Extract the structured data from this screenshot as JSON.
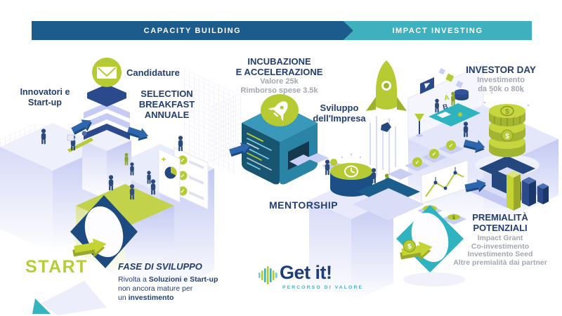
{
  "banner": {
    "capacity": "CAPACITY BUILDING",
    "impact": "IMPACT INVESTING"
  },
  "labels": {
    "innovators": "Innovatori e\nStart-up",
    "candidature": "Candidature",
    "selection": "SELECTION\nBREAKFAST\nANNUALE",
    "incubazione_title": "INCUBAZIONE\nE ACCELERAZIONE",
    "incubazione_sub": "Valore 25k\nRimborso spese 3.5k",
    "sviluppo": "Sviluppo\ndell'Impresa",
    "mentorship": "MENTORSHIP",
    "investor_title": "INVESTOR DAY",
    "investor_sub": "Investimento\nda 50k o 80k",
    "premialita_title": "PREMIALITÀ\nPOTENZIALI",
    "premialita_sub": "Impact Grant\nCo-investimento\nInvestimento Seed\nAltre premialità dai partner",
    "start": "START",
    "fase_title": "FASE DI SVILUPPO",
    "fase_line1_prefix": "Rivolta a ",
    "fase_line1_bold": "Soluzioni e Start-up",
    "fase_line2": "non ancora mature per",
    "fase_line3_prefix": "un ",
    "fase_line3_bold": "investimento"
  },
  "logo": {
    "name": "Get it!",
    "tagline": "PERCORSO DI VALORE"
  },
  "icons": {
    "check": "✓",
    "dollar": "$",
    "plus": "+",
    "letter_a": "A",
    "letter_b": "B"
  },
  "palette": {
    "navy_text": "#233e6e",
    "gray_text": "#a3a7b0",
    "banner_blue": "#1b5c8c",
    "banner_teal": "#3fb0bd",
    "lime": "#b5ca33",
    "arrow_blue": "#2d66ad",
    "cube_teal": "#2a84a6",
    "flag_navy": "#1d4a80",
    "flag_teal": "#2fb3c0",
    "lavender": "#c9cef3"
  }
}
